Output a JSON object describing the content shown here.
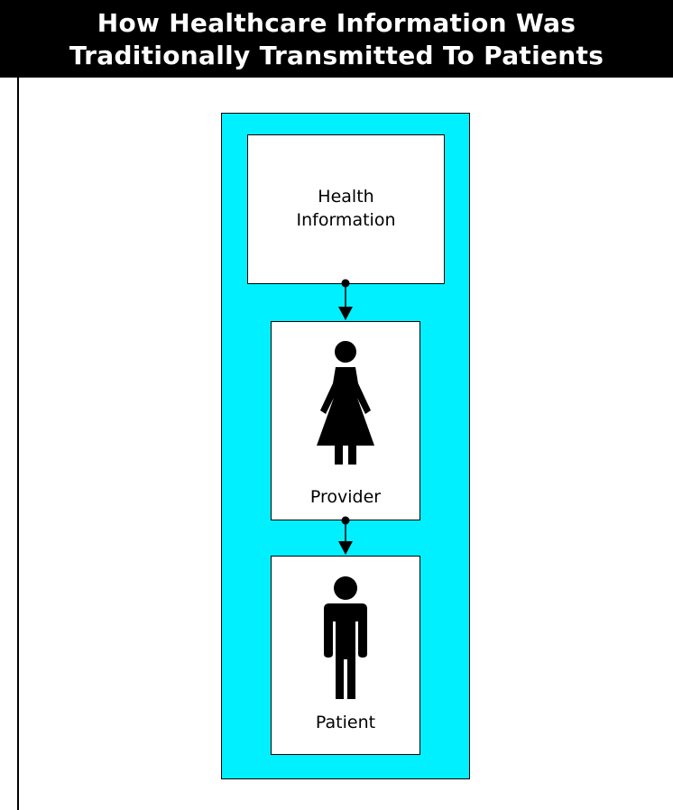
{
  "title": {
    "line1": "How Healthcare Information Was",
    "line2": "Traditionally Transmitted To Patients"
  },
  "nodes": {
    "information": {
      "line1": "Health",
      "line2": "Information"
    },
    "provider": {
      "label": "Provider",
      "icon": "woman-icon"
    },
    "patient": {
      "label": "Patient",
      "icon": "man-icon"
    }
  },
  "colors": {
    "title_bg": "#000000",
    "title_text": "#ffffff",
    "panel": "#00f0ff",
    "box": "#ffffff",
    "ink": "#000000"
  }
}
